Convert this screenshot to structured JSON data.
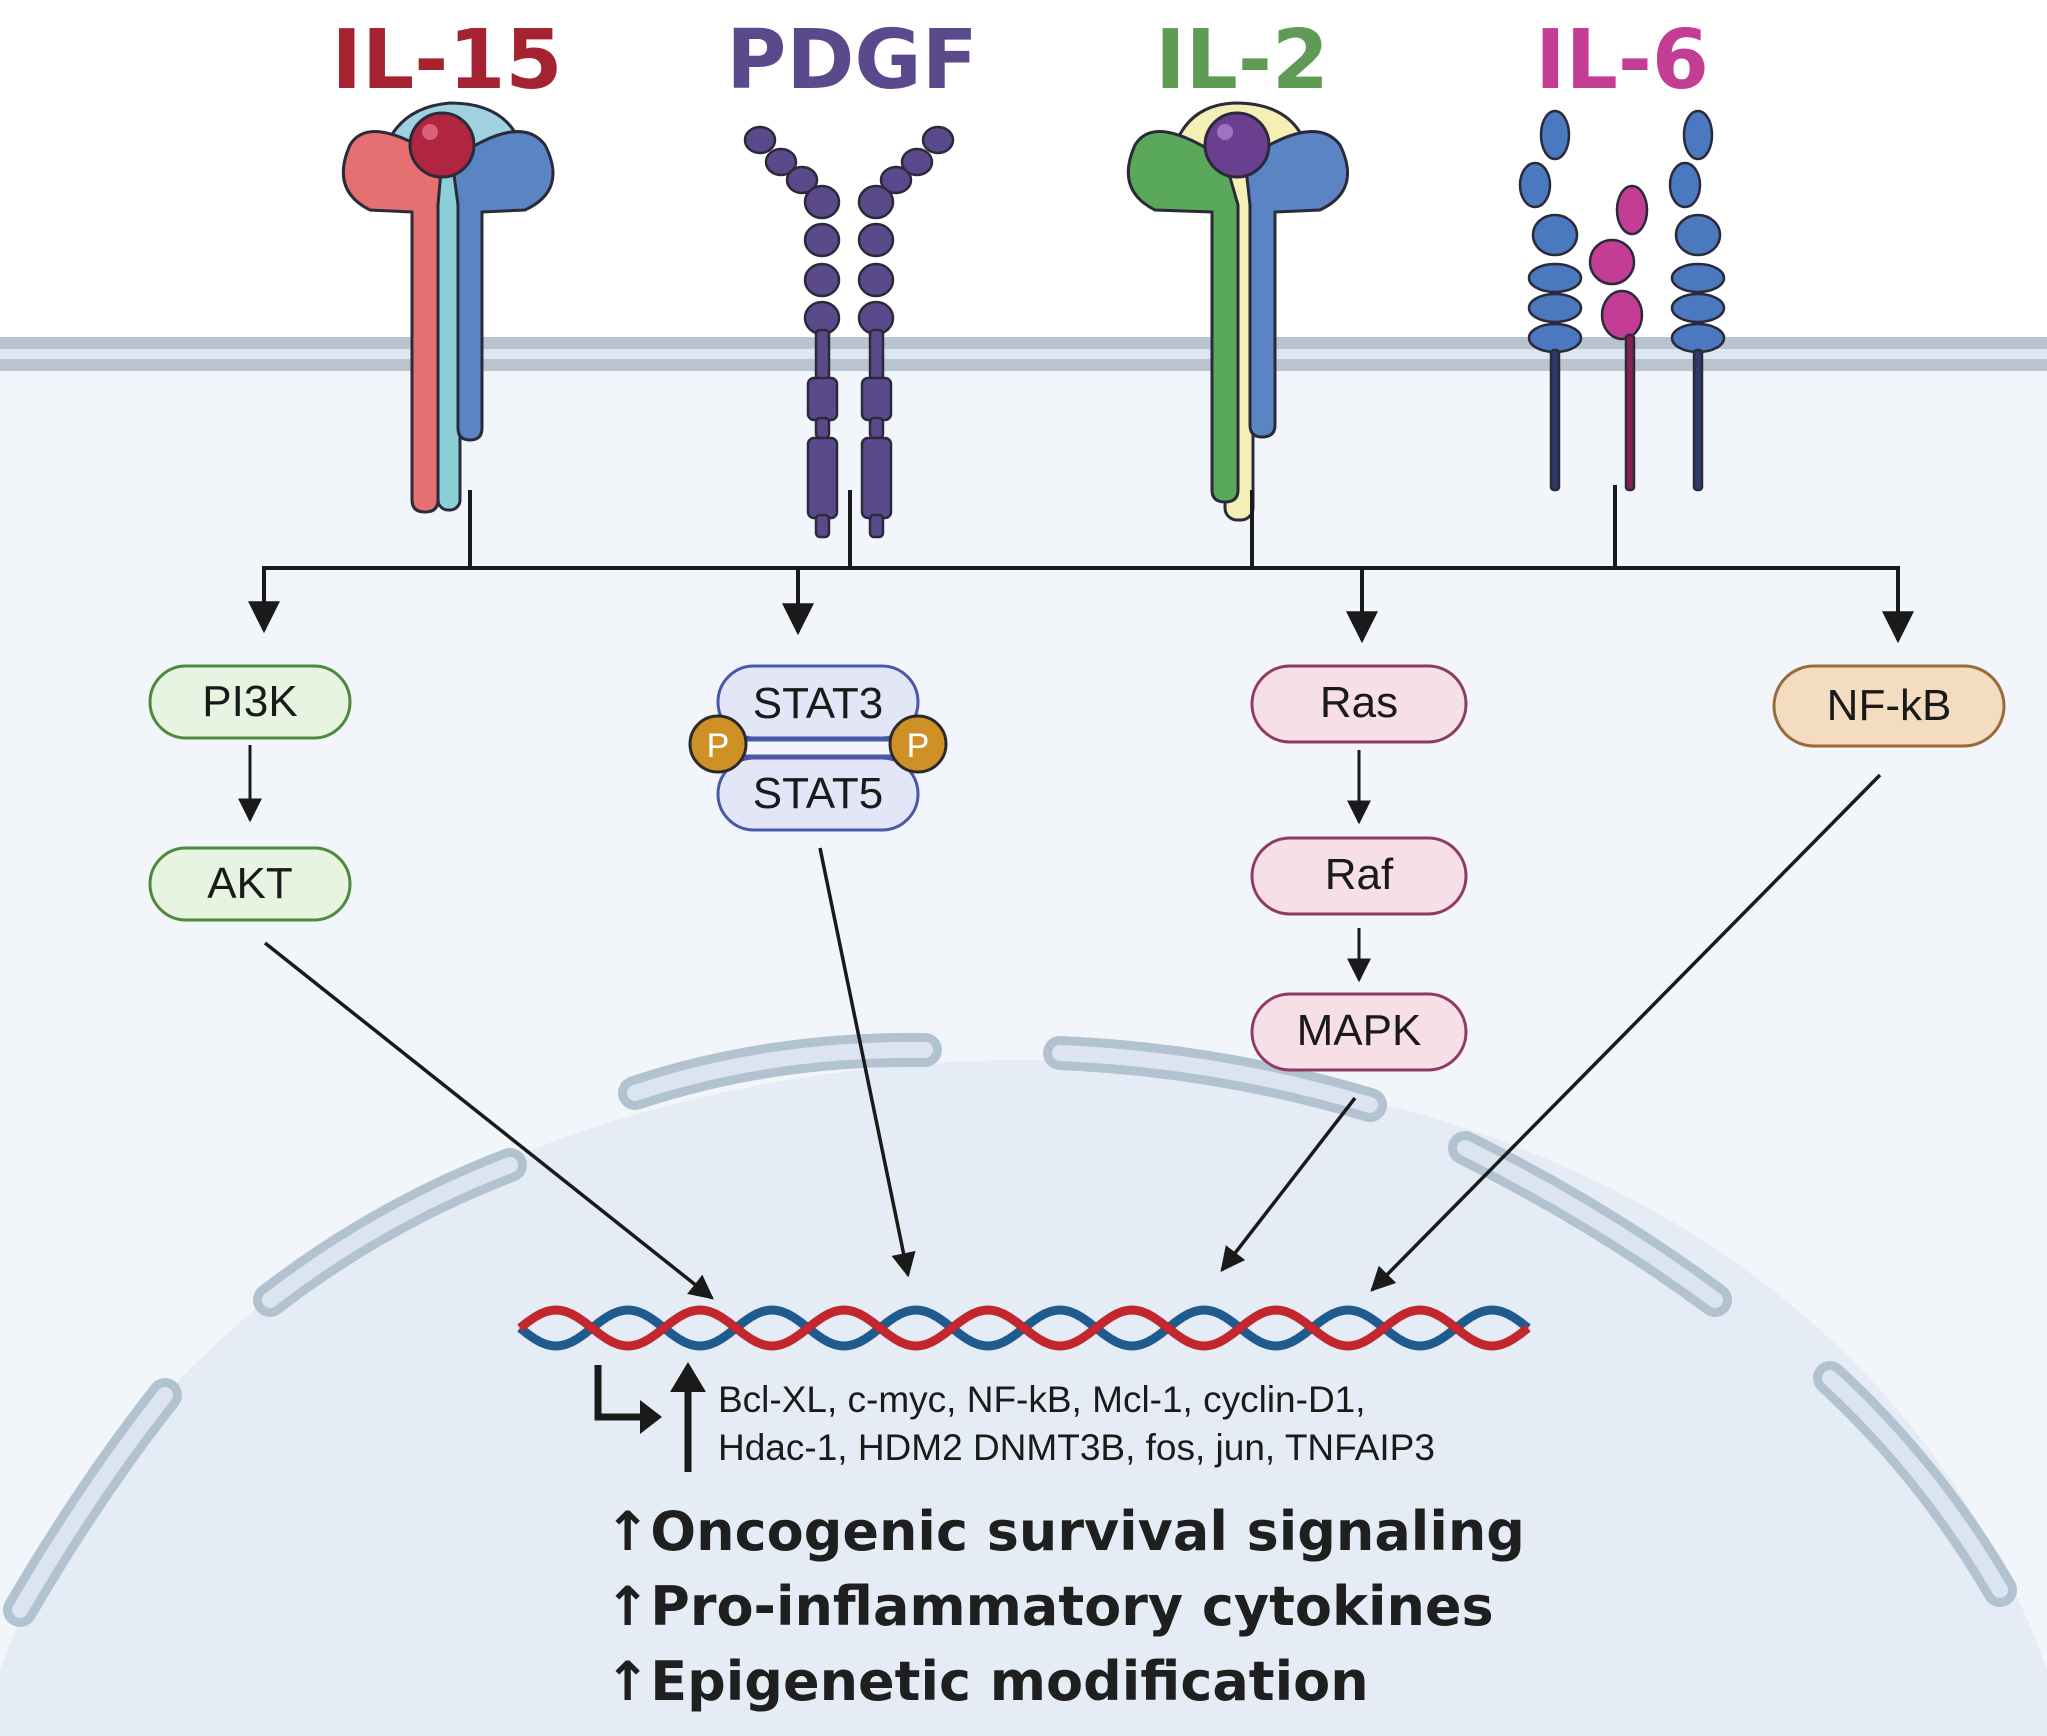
{
  "receptors": [
    {
      "name": "IL-15",
      "color": "#a52330"
    },
    {
      "name": "PDGF",
      "color": "#5b4a8b"
    },
    {
      "name": "IL-2",
      "color": "#5f9b54"
    },
    {
      "name": "IL-6",
      "color": "#c23d93"
    }
  ],
  "pathways": {
    "pi3k": "PI3K",
    "akt": "AKT",
    "stat3": "STAT3",
    "stat5": "STAT5",
    "phospho": "P",
    "ras": "Ras",
    "raf": "Raf",
    "mapk": "MAPK",
    "nfkb": "NF-kB"
  },
  "genes": {
    "line1": "Bcl-XL, c-myc, NF-kB, Mcl-1, cyclin-D1,",
    "line2": "Hdac-1, HDM2 DNMT3B, fos, jun, TNFAIP3"
  },
  "outcomes": [
    "Oncogenic survival signaling",
    "Pro-inflammatory cytokines",
    "Epigenetic modification"
  ],
  "up_arrow": "↑"
}
